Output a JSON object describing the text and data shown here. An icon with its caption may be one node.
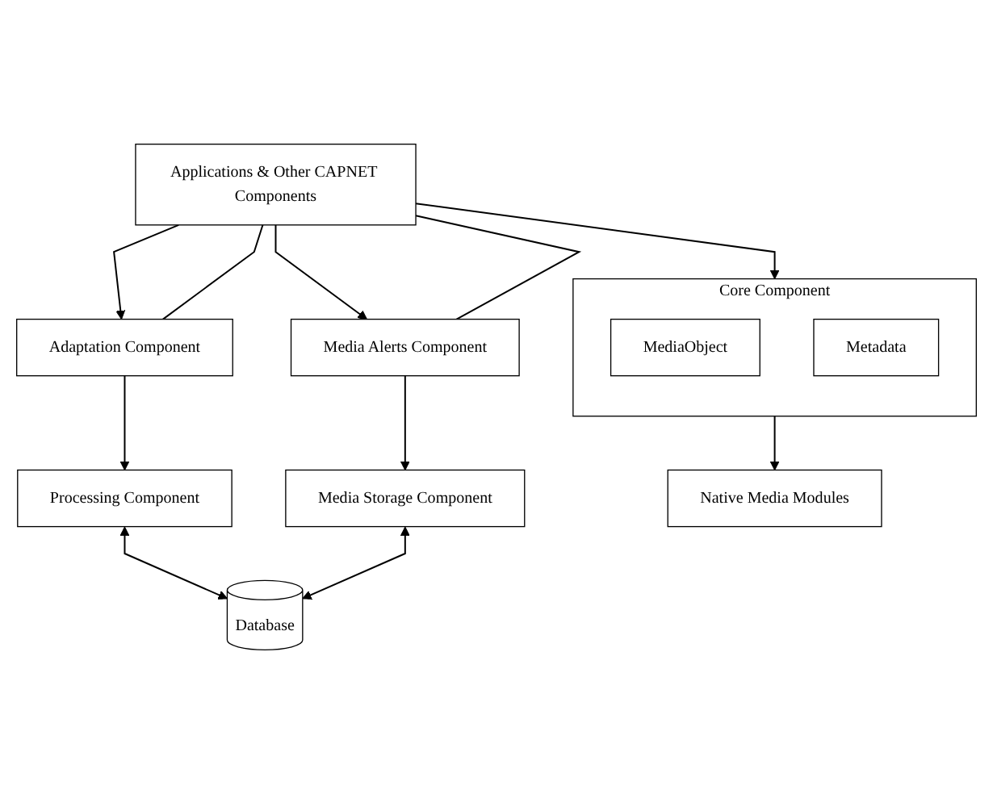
{
  "diagram": {
    "nodes": [
      {
        "text": [
          "Applications & Other CAPNET Components"
        ]
      },
      {
        "text": [
          "Core Component"
        ]
      },
      {
        "text": [
          "MediaObject"
        ],
        "in": 1
      },
      {
        "text": [
          "Metadata"
        ],
        "in": 1
      },
      {
        "text": [
          "Adaptation Component"
        ]
      },
      {
        "text": [
          "Media Alerts Component"
        ]
      },
      {
        "text": [
          "Processing Component"
        ]
      },
      {
        "text": [
          "Media Storage Component"
        ]
      },
      {
        "text": [
          "Native Media Modules"
        ]
      },
      {
        "text": [
          "Database"
        ]
      }
    ],
    "edges": [
      {
        "from": 0,
        "to": 1,
        "arrow": "to"
      },
      {
        "from": 0,
        "to": 4,
        "arrow": "to"
      },
      {
        "from": 4,
        "to": 0,
        "arrow": "none"
      },
      {
        "from": 5,
        "to": 0,
        "arrow": "none"
      },
      {
        "from": 0,
        "to": 5,
        "arrow": "to"
      },
      {
        "from": 4,
        "to": 6,
        "arrow": "to"
      },
      {
        "from": 5,
        "to": 7,
        "arrow": "to"
      },
      {
        "from": 1,
        "to": 8,
        "arrow": "to"
      },
      {
        "from": 6,
        "to": 9,
        "arrow": "both"
      },
      {
        "from": 7,
        "to": 9,
        "arrow": "both"
      }
    ]
  }
}
